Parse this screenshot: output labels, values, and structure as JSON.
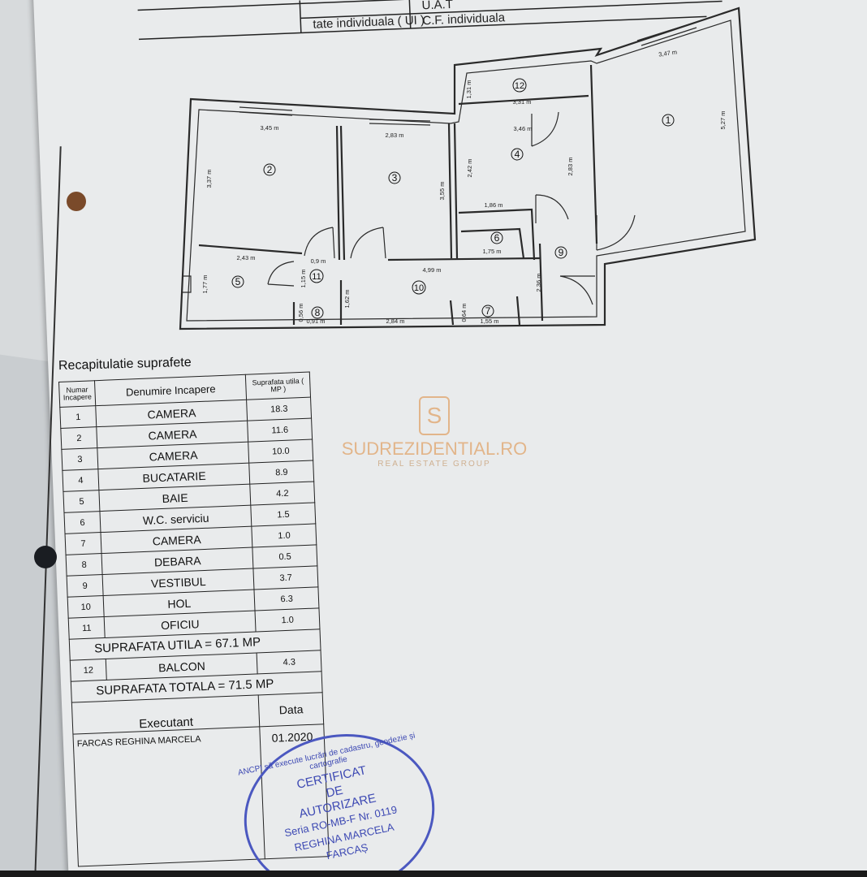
{
  "header": {
    "left_label": "tate individuala ( UI )",
    "uat_label": "U.A.T",
    "cf_label": "C.F. individuala"
  },
  "plan": {
    "rooms": [
      {
        "num": "1"
      },
      {
        "num": "2"
      },
      {
        "num": "3"
      },
      {
        "num": "4"
      },
      {
        "num": "5"
      },
      {
        "num": "6"
      },
      {
        "num": "7"
      },
      {
        "num": "8"
      },
      {
        "num": "9"
      },
      {
        "num": "10"
      },
      {
        "num": "11"
      },
      {
        "num": "12"
      }
    ],
    "dims": [
      "3,47 m",
      "5,27 m",
      "1,31 m",
      "3,31 m",
      "3,45 m",
      "3,37 m",
      "2,83 m",
      "3,55 m",
      "3,46 m",
      "2,42 m",
      "2,83 m",
      "1,86 m",
      "1,75 m",
      "2,43 m",
      "0,9 m",
      "1,77 m",
      "1,15 m",
      "4,99 m",
      "1,62 m",
      "2,36 m",
      "0,56 m",
      "0,91 m",
      "2,84 m",
      "0,64 m",
      "1,55 m"
    ]
  },
  "summary": {
    "title": "Recapitulatie suprafete",
    "col_num": "Numar Incapere",
    "col_name": "Denumire Incapere",
    "col_area": "Suprafata utila ( MP )",
    "rows": [
      {
        "num": "1",
        "name": "CAMERA",
        "area": "18.3"
      },
      {
        "num": "2",
        "name": "CAMERA",
        "area": "11.6"
      },
      {
        "num": "3",
        "name": "CAMERA",
        "area": "10.0"
      },
      {
        "num": "4",
        "name": "BUCATARIE",
        "area": "8.9"
      },
      {
        "num": "5",
        "name": "BAIE",
        "area": "4.2"
      },
      {
        "num": "6",
        "name": "W.C. serviciu",
        "area": "1.5"
      },
      {
        "num": "7",
        "name": "CAMERA",
        "area": "1.0"
      },
      {
        "num": "8",
        "name": "DEBARA",
        "area": "0.5"
      },
      {
        "num": "9",
        "name": "VESTIBUL",
        "area": "3.7"
      },
      {
        "num": "10",
        "name": "HOL",
        "area": "6.3"
      },
      {
        "num": "11",
        "name": "OFICIU",
        "area": "1.0"
      }
    ],
    "utila_total": "SUPRAFATA UTILA = 67.1 MP",
    "balcony": {
      "num": "12",
      "name": "BALCON",
      "area": "4.3"
    },
    "grand_total": "SUPRAFATA TOTALA = 71.5 MP",
    "executant_label": "Executant",
    "data_label": "Data",
    "executant_name": "FARCAS REGHINA MARCELA",
    "date": "01.2020"
  },
  "stamp": {
    "ring": "ANCPI să execute lucrări de cadastru, geodezie și cartografie",
    "l1": "CERTIFICAT",
    "l2": "DE",
    "l3": "AUTORIZARE",
    "l4": "Seria RO-MB-F Nr. 0119",
    "l5": "REGHINA MARCELA",
    "l6": "FARCAȘ"
  },
  "watermark": {
    "brand_a": "SUD",
    "brand_b": "REZIDENTIAL.RO",
    "tagline": "REAL ESTATE GROUP"
  },
  "colors": {
    "paper": "#e9ebec",
    "ink": "#222222",
    "stamp": "#3d49b3",
    "watermark": "#e0a46a"
  }
}
